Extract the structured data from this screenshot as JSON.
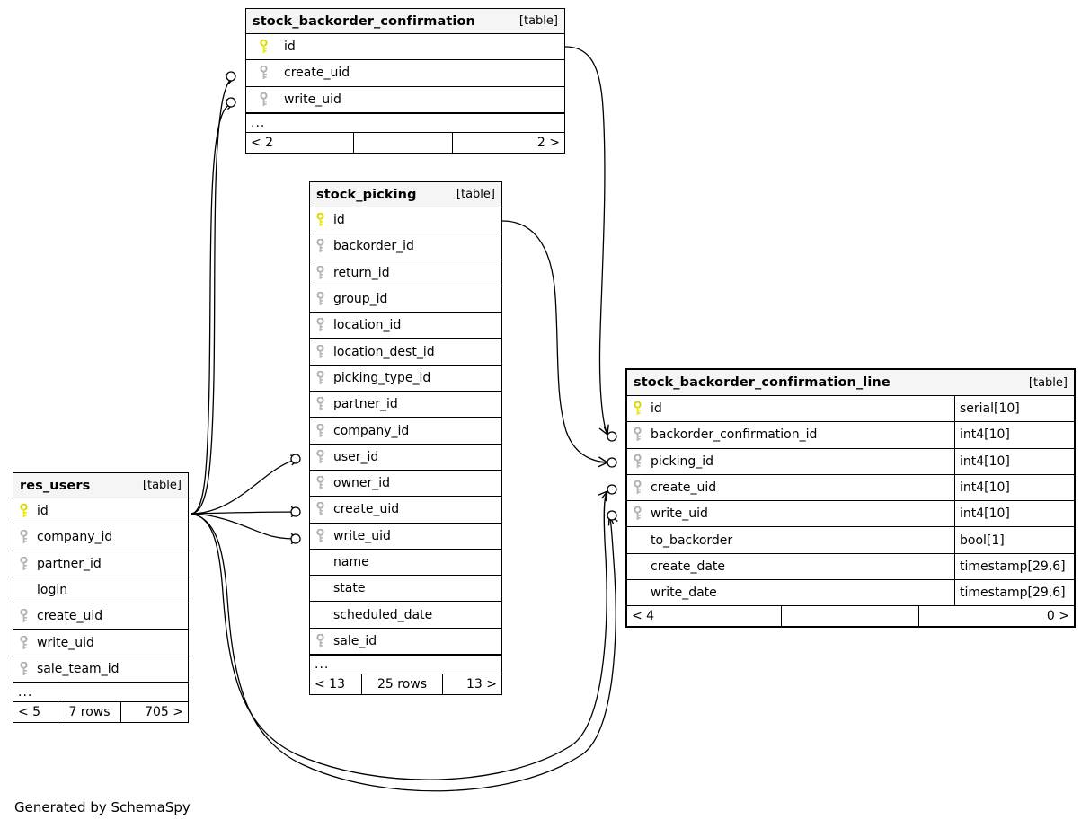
{
  "diagram": {
    "generator_credit": "Generated by SchemaSpy",
    "type_label": "[table]",
    "ellipsis": "...",
    "key_icon_primary": "primary-key-icon",
    "key_icon_foreign": "foreign-key-icon",
    "colors": {
      "primary_key": "#e8e81c",
      "foreign_key": "#aaaaaa",
      "header_background": "#f5f5f5",
      "border": "#000000",
      "background": "#ffffff"
    }
  },
  "tables": [
    {
      "id": "sbc",
      "name": "stock_backorder_confirmation",
      "type": "[table]",
      "columns": [
        {
          "name": "id",
          "key": "primary",
          "type": ""
        },
        {
          "name": "create_uid",
          "key": "foreign",
          "type": ""
        },
        {
          "name": "write_uid",
          "key": "foreign",
          "type": ""
        }
      ],
      "truncated": true,
      "footer": {
        "left": "< 2",
        "middle": "",
        "right": "2 >"
      }
    },
    {
      "id": "picking",
      "name": "stock_picking",
      "type": "[table]",
      "columns": [
        {
          "name": "id",
          "key": "primary",
          "type": ""
        },
        {
          "name": "backorder_id",
          "key": "foreign",
          "type": ""
        },
        {
          "name": "return_id",
          "key": "foreign",
          "type": ""
        },
        {
          "name": "group_id",
          "key": "foreign",
          "type": ""
        },
        {
          "name": "location_id",
          "key": "foreign",
          "type": ""
        },
        {
          "name": "location_dest_id",
          "key": "foreign",
          "type": ""
        },
        {
          "name": "picking_type_id",
          "key": "foreign",
          "type": ""
        },
        {
          "name": "partner_id",
          "key": "foreign",
          "type": ""
        },
        {
          "name": "company_id",
          "key": "foreign",
          "type": ""
        },
        {
          "name": "user_id",
          "key": "foreign",
          "type": ""
        },
        {
          "name": "owner_id",
          "key": "foreign",
          "type": ""
        },
        {
          "name": "create_uid",
          "key": "foreign",
          "type": ""
        },
        {
          "name": "write_uid",
          "key": "foreign",
          "type": ""
        },
        {
          "name": "name",
          "key": "none",
          "type": ""
        },
        {
          "name": "state",
          "key": "none",
          "type": ""
        },
        {
          "name": "scheduled_date",
          "key": "none",
          "type": ""
        },
        {
          "name": "sale_id",
          "key": "foreign",
          "type": ""
        }
      ],
      "truncated": true,
      "footer": {
        "left": "< 13",
        "middle": "25 rows",
        "right": "13 >"
      }
    },
    {
      "id": "line",
      "name": "stock_backorder_confirmation_line",
      "type": "[table]",
      "focus": true,
      "columns": [
        {
          "name": "id",
          "key": "primary",
          "type": "serial[10]"
        },
        {
          "name": "backorder_confirmation_id",
          "key": "foreign",
          "type": "int4[10]"
        },
        {
          "name": "picking_id",
          "key": "foreign",
          "type": "int4[10]"
        },
        {
          "name": "create_uid",
          "key": "foreign",
          "type": "int4[10]"
        },
        {
          "name": "write_uid",
          "key": "foreign",
          "type": "int4[10]"
        },
        {
          "name": "to_backorder",
          "key": "none",
          "type": "bool[1]"
        },
        {
          "name": "create_date",
          "key": "none",
          "type": "timestamp[29,6]"
        },
        {
          "name": "write_date",
          "key": "none",
          "type": "timestamp[29,6]"
        }
      ],
      "truncated": false,
      "footer": {
        "left": "< 4",
        "middle": "",
        "right": "0 >"
      }
    },
    {
      "id": "users",
      "name": "res_users",
      "type": "[table]",
      "columns": [
        {
          "name": "id",
          "key": "primary",
          "type": ""
        },
        {
          "name": "company_id",
          "key": "foreign",
          "type": ""
        },
        {
          "name": "partner_id",
          "key": "foreign",
          "type": ""
        },
        {
          "name": "login",
          "key": "none",
          "type": ""
        },
        {
          "name": "create_uid",
          "key": "foreign",
          "type": ""
        },
        {
          "name": "write_uid",
          "key": "foreign",
          "type": ""
        },
        {
          "name": "sale_team_id",
          "key": "foreign",
          "type": ""
        }
      ],
      "truncated": true,
      "footer": {
        "left": "< 5",
        "middle": "7 rows",
        "right": "705 >"
      }
    }
  ],
  "relationships": [
    {
      "from": "res_users.id",
      "to": "stock_backorder_confirmation.create_uid"
    },
    {
      "from": "res_users.id",
      "to": "stock_backorder_confirmation.write_uid"
    },
    {
      "from": "res_users.id",
      "to": "stock_picking.user_id"
    },
    {
      "from": "res_users.id",
      "to": "stock_picking.create_uid"
    },
    {
      "from": "res_users.id",
      "to": "stock_picking.write_uid"
    },
    {
      "from": "res_users.id",
      "to": "stock_backorder_confirmation_line.create_uid"
    },
    {
      "from": "res_users.id",
      "to": "stock_backorder_confirmation_line.write_uid"
    },
    {
      "from": "stock_backorder_confirmation.id",
      "to": "stock_backorder_confirmation_line.backorder_confirmation_id"
    },
    {
      "from": "stock_picking.id",
      "to": "stock_backorder_confirmation_line.picking_id"
    }
  ]
}
